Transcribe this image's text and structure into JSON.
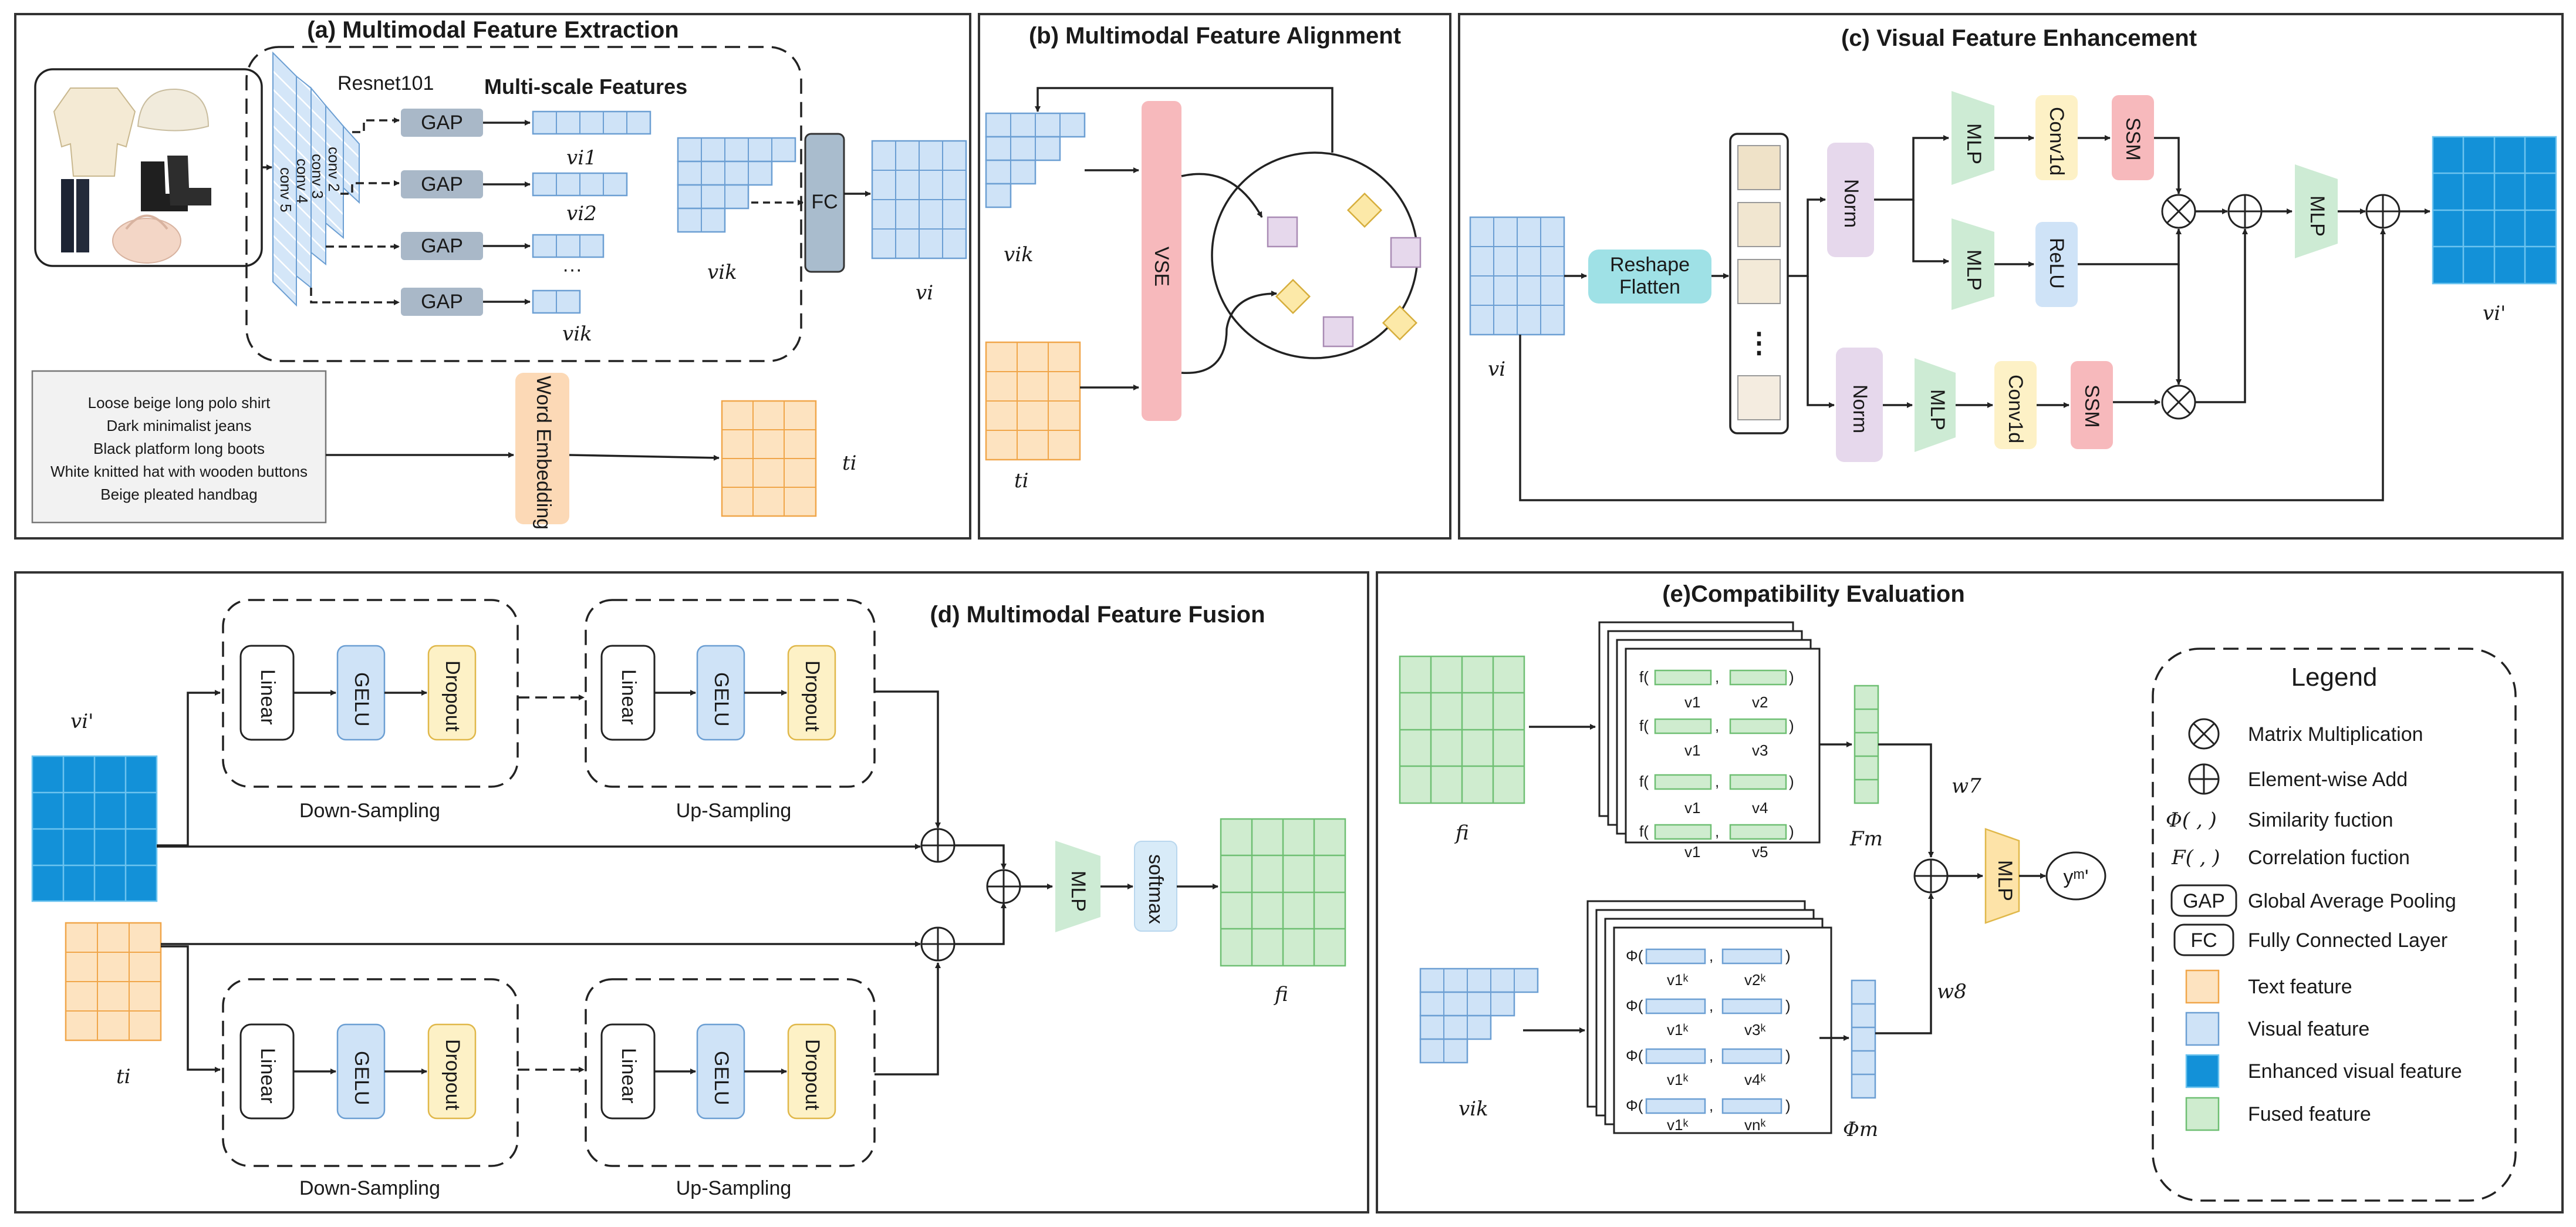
{
  "panels": {
    "a": "(a)  Multimodal Feature Extraction",
    "b": "(b)  Multimodal Feature Alignment",
    "c": "(c)  Visual Feature Enhancement",
    "d": "(d)  Multimodal Feature  Fusion",
    "e": "(e)Compatibility Evaluation"
  },
  "extraction": {
    "backbone": "Resnet101",
    "multiscale": "Multi-scale Features",
    "convs": [
      "conv 2",
      "conv 3",
      "conv 4",
      "conv 5"
    ],
    "gap": "GAP",
    "fc": "FC",
    "dots": "···",
    "word_embedding": "Word Embedding",
    "texts": [
      "Loose beige long polo shirt",
      "Dark minimalist jeans",
      "Black platform long boots",
      "White knitted hat with wooden buttons",
      "Beige pleated handbag"
    ]
  },
  "alignment": {
    "vse": "VSE"
  },
  "enhancement": {
    "reshape1": "Reshape",
    "reshape2": "Flatten",
    "norm": "Norm",
    "mlp": "MLP",
    "conv1d": "Conv1d",
    "ssm": "SSM",
    "relu": "ReLU",
    "dots": "⋮"
  },
  "fusion": {
    "linear": "Linear",
    "gelu": "GELU",
    "dropout": "Dropout",
    "down": "Down-Sampling",
    "up": "Up-Sampling",
    "mlp": "MLP",
    "softmax": "softmax"
  },
  "evaluation": {
    "phi_rows": [
      [
        "v1ᵏ",
        "v2ᵏ"
      ],
      [
        "v1ᵏ",
        "v3ᵏ"
      ],
      [
        "v1ᵏ",
        "v4ᵏ"
      ],
      [
        "v1ᵏ",
        "vnᵏ"
      ]
    ],
    "f_rows": [
      [
        "v1",
        "v2"
      ],
      [
        "v1",
        "v3"
      ],
      [
        "v1",
        "v4"
      ],
      [
        "v1",
        "v5"
      ]
    ],
    "w7": "w7",
    "w8": "w8",
    "fm": "Fm",
    "phim": "Φm",
    "mlp": "MLP",
    "y": "yᵐ'"
  },
  "legend": {
    "title": "Legend",
    "items": [
      "Matrix Multiplication",
      "Element-wise Add",
      "Similarity fuction",
      "Correlation fuction",
      "Global Average Pooling",
      "Fully Connected Layer",
      "Text feature",
      "Visual feature",
      "Enhanced visual feature",
      "Fused feature"
    ],
    "sym_phi": "Φ(  ,  )",
    "sym_f": "F(  ,  )",
    "sym_gap": "GAP",
    "sym_fc": "FC"
  },
  "labels": {
    "vi": "vi",
    "vik": "vik",
    "vi1": "vi1",
    "vi2": "vi2",
    "ti": "ti",
    "vi_prime": "vi'",
    "fi": "fi"
  },
  "colors": {
    "text_feature": "#fde3c0",
    "visual_feature": "#cfe3f7",
    "enhanced_visual_feature": "#1391d8",
    "fused_feature": "#cfeccf",
    "norm": "#e6d8ec",
    "mlp": "#cdebd4",
    "conv": "#fdf1c6",
    "ssm": "#f7b9bc",
    "relu": "#cfe3f7",
    "vse": "#f7b9bc",
    "word_embedding": "#fcd9b6",
    "reshape": "#9fe1e6",
    "gap": "#a9b8c8",
    "fc": "#a9bccd"
  }
}
